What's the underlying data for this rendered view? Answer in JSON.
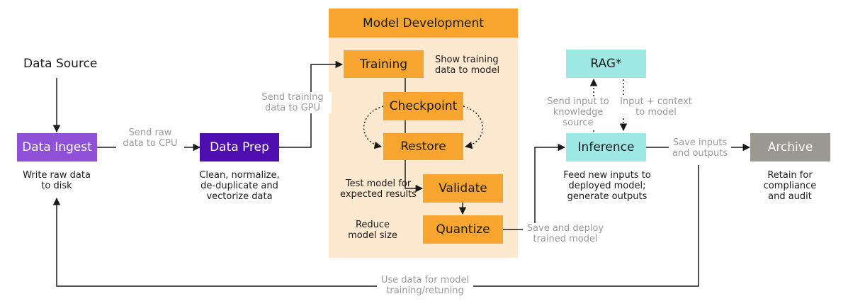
{
  "data_source": "Data Source",
  "data_ingest": {
    "label": "Data Ingest",
    "note": "Write raw data\nto disk"
  },
  "edge_raw_to_cpu": "Send raw\ndata to CPU",
  "data_prep": {
    "label": "Data Prep",
    "note": "Clean, normalize,\nde-duplicate and\nvectorize data"
  },
  "edge_training_gpu": "Send training\ndata to GPU",
  "model_dev": {
    "title": "Model Development",
    "training": "Training",
    "training_note": "Show training\ndata to model",
    "checkpoint": "Checkpoint",
    "restore": "Restore",
    "validate": "Validate",
    "validate_note": "Test model for\nexpected results",
    "quantize": "Quantize",
    "quantize_note": "Reduce\nmodel size"
  },
  "edge_deploy": "Save and deploy\ntrained model",
  "rag": {
    "label": "RAG*"
  },
  "edge_to_knowledge": "Send input to\nknowledge source",
  "edge_context": "Input + context\nto model",
  "inference": {
    "label": "Inference",
    "note": "Feed new inputs to\ndeployed model;\ngenerate outputs"
  },
  "edge_save_outputs": "Save inputs\nand outputs",
  "archive": {
    "label": "Archive",
    "note": "Retain for\ncompliance\nand audit"
  },
  "edge_retrain": "Use data for model\ntraining/retuning",
  "colors": {
    "ingest": "#8f52d6",
    "prep": "#4f0fb0",
    "orange": "#f7a52e",
    "panel": "#fde9cf",
    "rag": "#9de8e3",
    "inference": "#9de8e3",
    "archive": "#9b9893"
  }
}
